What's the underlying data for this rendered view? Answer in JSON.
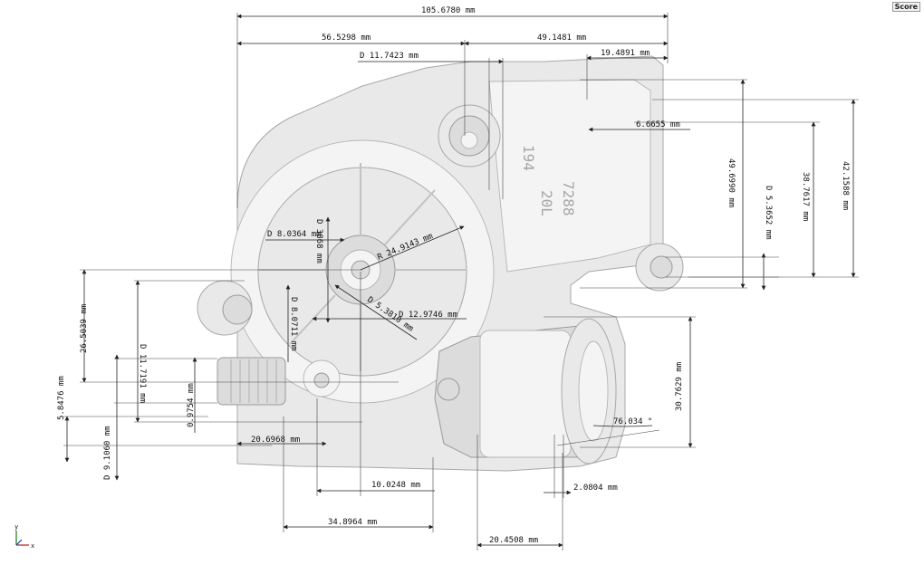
{
  "app": {
    "logo_text": "Score"
  },
  "dimensions": [
    {
      "id": "d1",
      "text": "105.6780 mm"
    },
    {
      "id": "d2",
      "text": "56.5298 mm"
    },
    {
      "id": "d3",
      "text": "49.1481 mm"
    },
    {
      "id": "d4",
      "text": "D 11.7423 mm"
    },
    {
      "id": "d5",
      "text": "19.4891 mm"
    },
    {
      "id": "d6",
      "text": "6.6655 mm"
    },
    {
      "id": "d7",
      "text": "49.6990 mm"
    },
    {
      "id": "d8",
      "text": "D 5.3652 mm"
    },
    {
      "id": "d9",
      "text": "38.7617 mm"
    },
    {
      "id": "d10",
      "text": "42.1588 mm"
    },
    {
      "id": "d11",
      "text": "D 8.0364 mm"
    },
    {
      "id": "d12",
      "text": "D 3868 mm"
    },
    {
      "id": "d13",
      "text": "R 24.9143 mm"
    },
    {
      "id": "d14",
      "text": "D 8.0711 mm"
    },
    {
      "id": "d15",
      "text": "D 5.3810 mm"
    },
    {
      "id": "d16",
      "text": "D 12.9746 mm"
    },
    {
      "id": "d17",
      "text": "26.5039 mm"
    },
    {
      "id": "d18",
      "text": "D 11.7191 mm"
    },
    {
      "id": "d19",
      "text": "5.8476 mm"
    },
    {
      "id": "d20",
      "text": "0.9754 mm"
    },
    {
      "id": "d21",
      "text": "D 9.1060 mm"
    },
    {
      "id": "d22",
      "text": "20.6968 mm"
    },
    {
      "id": "d23",
      "text": "10.0248 mm"
    },
    {
      "id": "d24",
      "text": "34.8964 mm"
    },
    {
      "id": "d25",
      "text": "30.7629 mm"
    },
    {
      "id": "d26",
      "text": "76.034 °"
    },
    {
      "id": "d27",
      "text": "2.0804 mm"
    },
    {
      "id": "d28",
      "text": "20.4508 mm"
    }
  ],
  "part_markings": [
    "194",
    "20L",
    "7288"
  ],
  "axes": {
    "y": "y",
    "x": "x"
  },
  "colors": {
    "background": "#ffffff",
    "part": "#e9e9e9",
    "dimension_line": "#222222"
  }
}
